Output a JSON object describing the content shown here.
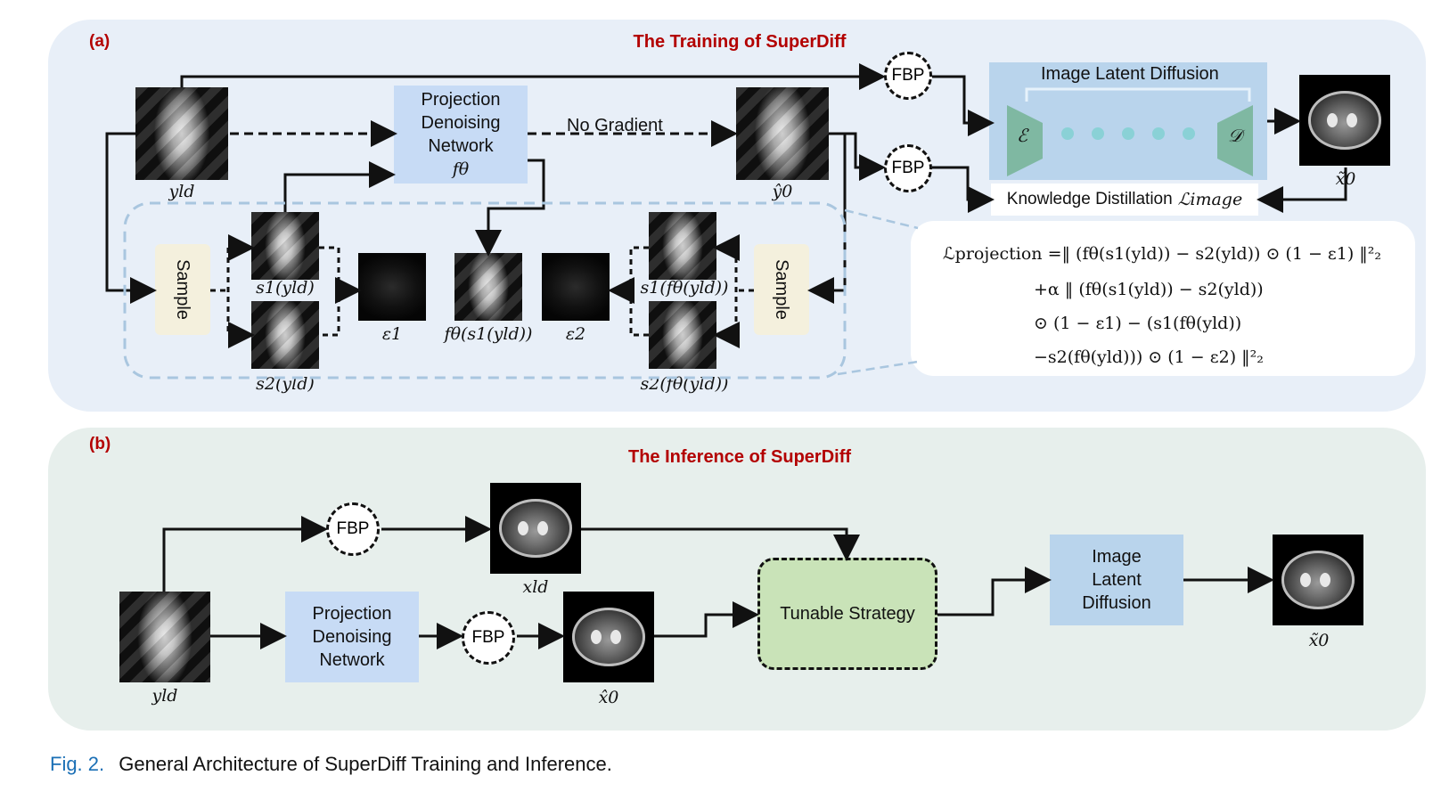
{
  "panel_a": {
    "label": "(a)",
    "title": "The Training of SuperDiff",
    "projection_network": {
      "line1": "Projection",
      "line2": "Denoising",
      "line3": "Network",
      "param": "fθ"
    },
    "no_gradient": "No Gradient",
    "fbp1": "FBP",
    "fbp2": "FBP",
    "latent_title": "Image Latent Diffusion",
    "encoder": "ℰ",
    "decoder": "𝒟",
    "kd_text": "Knowledge Distillation",
    "kd_loss": "ℒimage",
    "sample_left": "Sample",
    "sample_right": "Sample",
    "labels": {
      "y_ld": "yld",
      "y0_hat": "ŷ0",
      "x0_tilde": "x̃0",
      "s1": "s1(yld)",
      "s2": "s2(yld)",
      "eps1": "ε1",
      "f_s1": "fθ(s1(yld))",
      "eps2": "ε2",
      "s1_f": "s1(fθ(yld))",
      "s2_f": "s2(fθ(yld))"
    },
    "equation": {
      "line1": "ℒprojection =‖ (fθ(s1(yld)) − s2(yld)) ⊙ (1 − ε1) ‖²₂",
      "line2": "+α ‖ (fθ(s1(yld)) − s2(yld))",
      "line3": "⊙ (1 − ε1) − (s1(fθ(yld))",
      "line4": "−s2(fθ(yld))) ⊙ (1 − ε2) ‖²₂"
    }
  },
  "panel_b": {
    "label": "(b)",
    "title": "The Inference of SuperDiff",
    "fbp_top": "FBP",
    "fbp_bottom": "FBP",
    "projection_network": {
      "line1": "Projection",
      "line2": "Denoising",
      "line3": "Network"
    },
    "tunable": "Tunable Strategy",
    "latent": {
      "line1": "Image",
      "line2": "Latent",
      "line3": "Diffusion"
    },
    "labels": {
      "y_ld": "yld",
      "x_ld": "xld",
      "x0_hat": "x̂0",
      "x0_tilde": "x̃0"
    }
  },
  "caption": {
    "fig": "Fig. 2.",
    "text": "General Architecture of SuperDiff Training and Inference."
  }
}
